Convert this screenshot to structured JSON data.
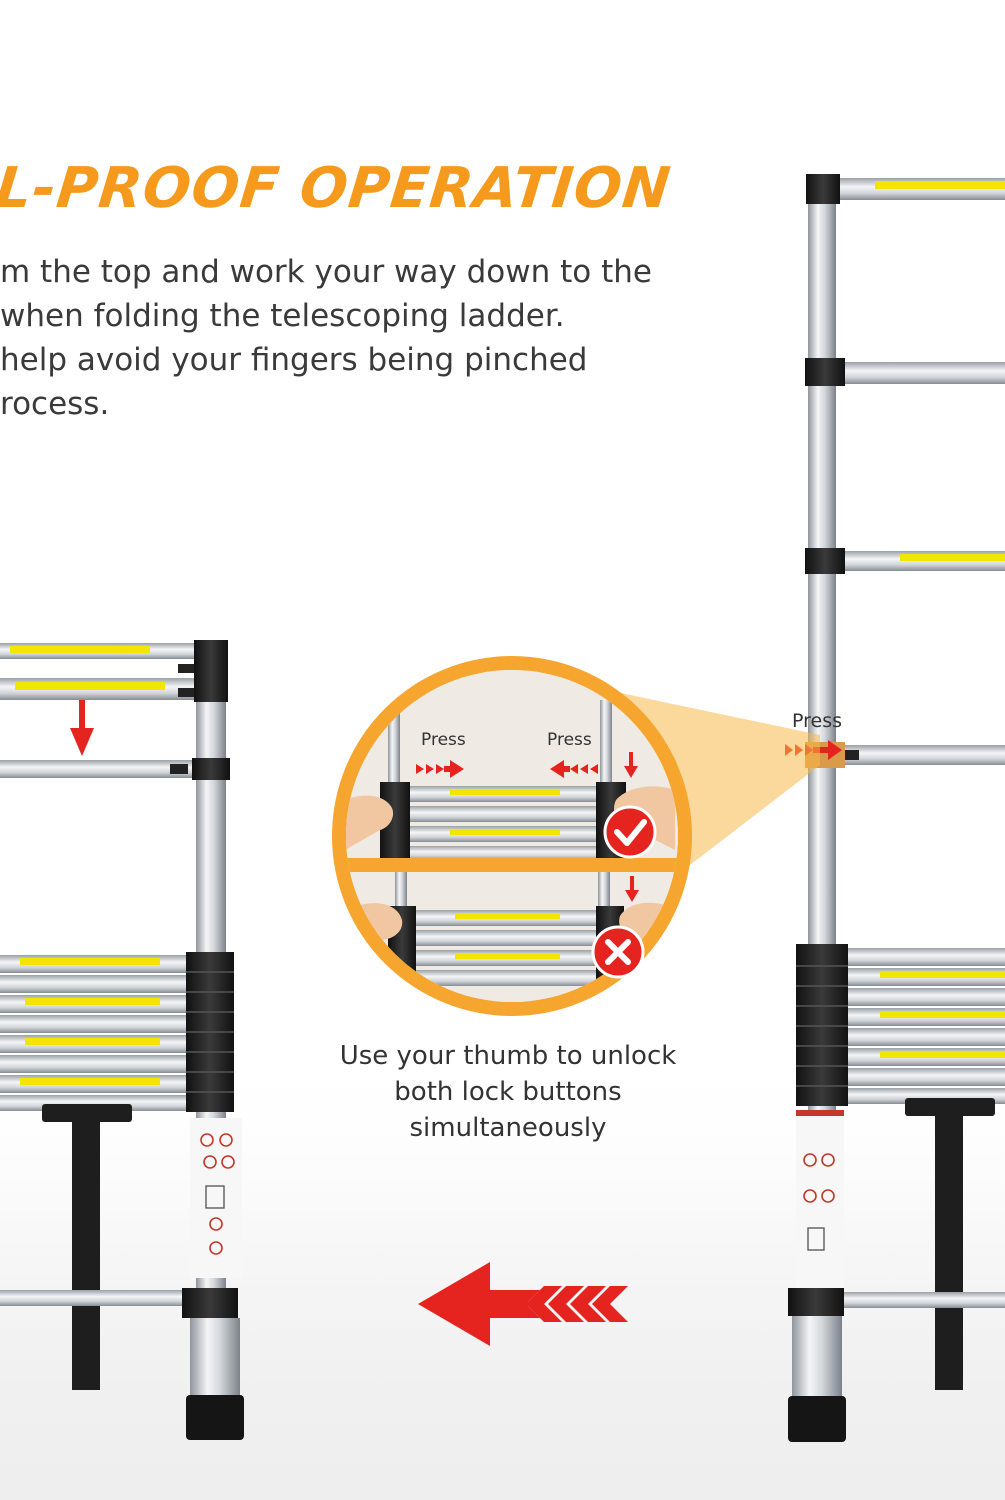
{
  "headline": "L-PROOF OPERATION",
  "body_lines": [
    "m the top and work your way down to the",
    "when folding the telescoping ladder.",
    " help avoid your fingers being pinched",
    "rocess."
  ],
  "press_labels": {
    "inset_left": "Press",
    "inset_right": "Press",
    "right_ladder": "Press"
  },
  "caption_lines": [
    "Use your thumb to unlock",
    "both lock buttons",
    "simultaneously"
  ],
  "colors": {
    "accent_orange": "#f59a1c",
    "arrow_red": "#e52420",
    "check_red": "#e52420",
    "rail_silver": "#c9cdd2",
    "lock_black": "#1d1d1d",
    "label_yellow": "#f2e600"
  },
  "icons": [
    "check-mark-icon",
    "cross-mark-icon",
    "left-arrow-icon",
    "down-arrow-icon"
  ]
}
